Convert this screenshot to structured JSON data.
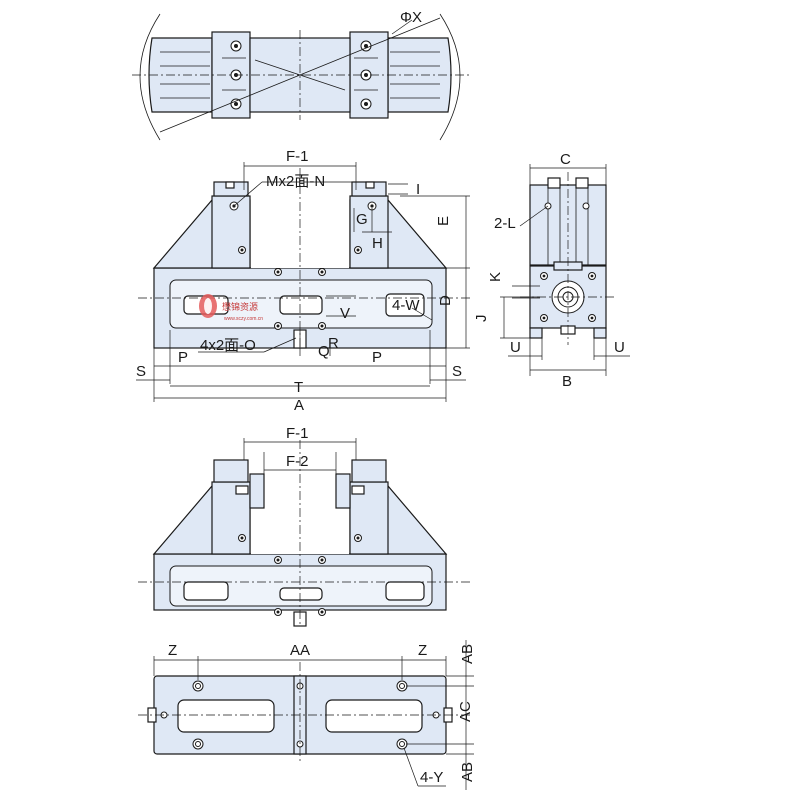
{
  "labels": {
    "phi_x": "ΦX",
    "f1": "F-1",
    "f2": "F-2",
    "mx2n": "Mx2面-N",
    "i": "I",
    "g": "G",
    "h": "H",
    "e": "E",
    "d": "D",
    "v": "V",
    "w": "4-W",
    "p": "P",
    "o": "4x2面-O",
    "q": "Q",
    "r": "R",
    "s": "S",
    "t": "T",
    "a": "A",
    "c": "C",
    "l": "2-L",
    "k": "K",
    "j": "J",
    "u": "U",
    "b": "B",
    "z": "Z",
    "aa": "AA",
    "ab": "AB",
    "ac": "AC",
    "y": "4-Y"
  },
  "watermark": {
    "brand": "懋锦资源",
    "url": "www.sczy.com.cn"
  },
  "colors": {
    "part_fill": "#dfe8f5",
    "line": "#1a1a1a",
    "watermark": "#c63a3a"
  }
}
